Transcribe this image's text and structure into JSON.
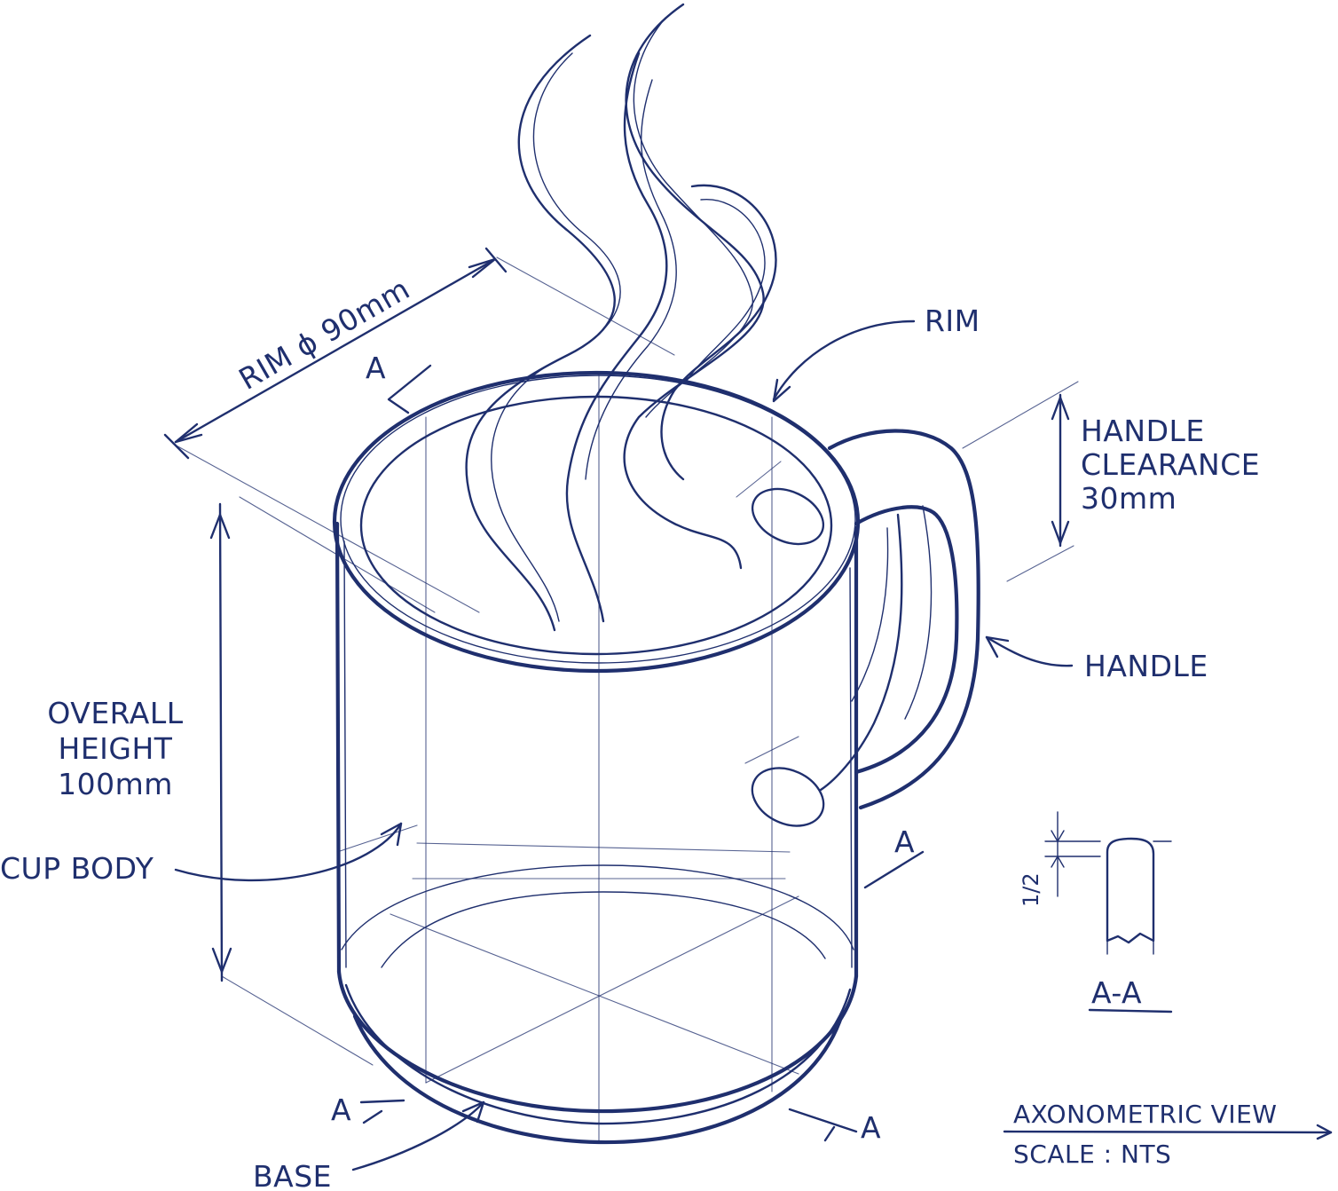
{
  "drawing": {
    "ink_color": "#1f2f6e",
    "background_color": "#ffffff"
  },
  "labels": {
    "rim_diameter": "RIM ϕ 90mm",
    "rim": "RIM",
    "handle_clearance_line1": "HANDLE",
    "handle_clearance_line2": "CLEARANCE",
    "handle_clearance_line3": "30mm",
    "handle": "HANDLE",
    "overall_height_line1": "OVERALL",
    "overall_height_line2": "HEIGHT",
    "overall_height_line3": "100mm",
    "cup_body": "CUP BODY",
    "base": "BASE",
    "section_marker": "A",
    "section_title": "A-A",
    "wall_thickness": "1/2",
    "view_title": "AXONOMETRIC VIEW",
    "scale": "SCALE : NTS"
  }
}
